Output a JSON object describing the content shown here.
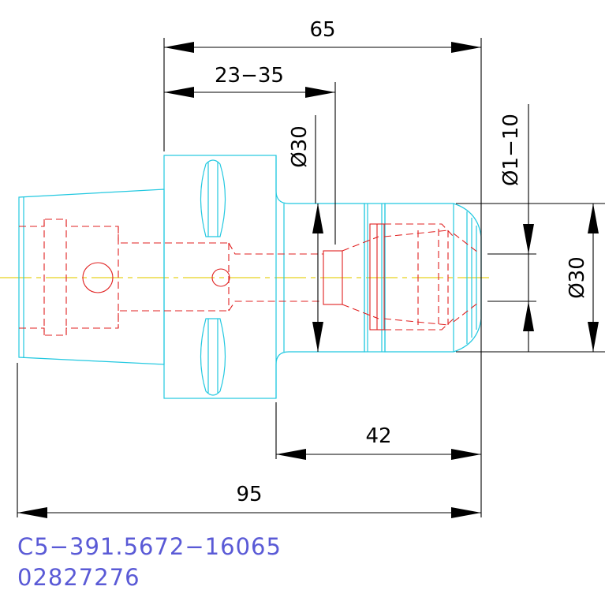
{
  "dimensions": {
    "overall_top": "65",
    "range": "23−35",
    "dia_body": "Ø30",
    "dia_range": "Ø1−10",
    "dia_nose": "Ø30",
    "nose_length": "42",
    "overall_length": "95"
  },
  "title_block": {
    "part_number": "C5−391.5672−16065",
    "item_code": "02827276"
  },
  "colors": {
    "outline": "#22c8e0",
    "hidden": "#e02020",
    "centerline": "#e6d21e",
    "dimension": "#000000",
    "title": "#5a5ad6"
  }
}
